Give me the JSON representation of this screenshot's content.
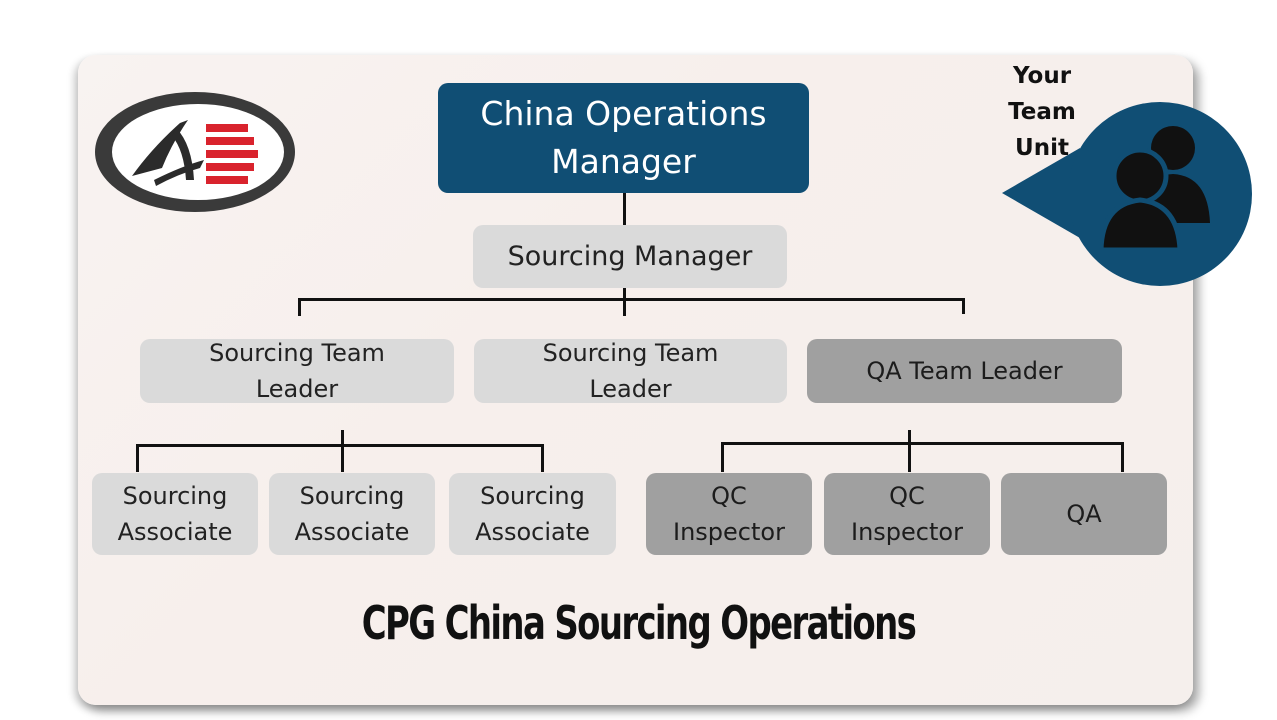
{
  "diagram": {
    "top": {
      "label": "China Operations\nManager"
    },
    "sourcing_manager": {
      "label": "Sourcing Manager"
    },
    "leaders": [
      {
        "label": "Sourcing Team\nLeader"
      },
      {
        "label": "Sourcing Team\nLeader"
      },
      {
        "label": "QA Team Leader"
      }
    ],
    "members": [
      {
        "label": "Sourcing\nAssociate"
      },
      {
        "label": "Sourcing\nAssociate"
      },
      {
        "label": "Sourcing\nAssociate"
      },
      {
        "label": "QC\nInspector"
      },
      {
        "label": "QC\nInspector"
      },
      {
        "label": "QA"
      }
    ],
    "title": "CPG China Sourcing Operations"
  },
  "callout": {
    "label": "Your\nTeam\nUnit",
    "icon": "users-icon",
    "color": "#104e74"
  },
  "logo": {
    "icon": "company-logo"
  }
}
